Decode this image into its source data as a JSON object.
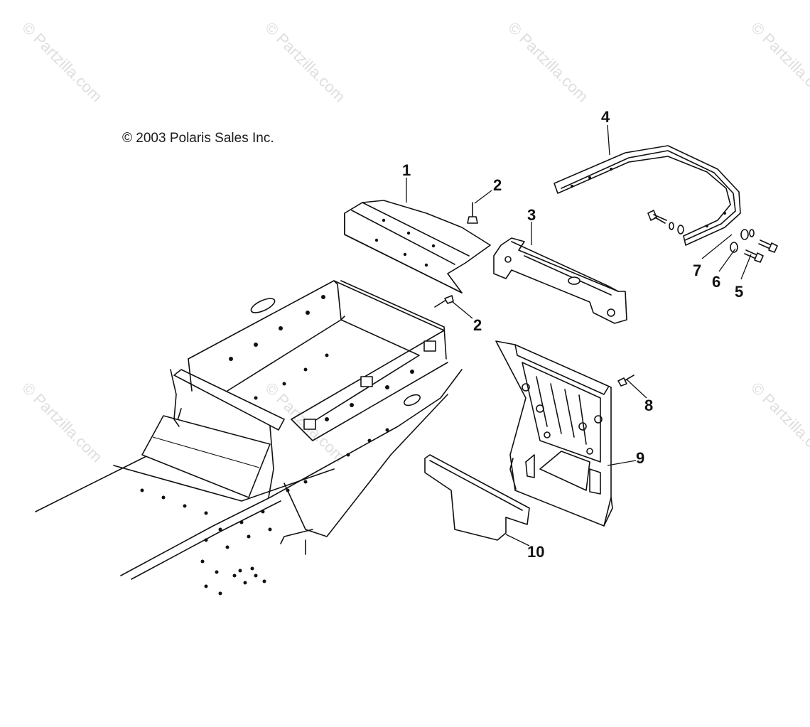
{
  "watermark": {
    "text": "© Partzilla.com"
  },
  "copyright": "© 2003 Polaris Sales Inc.",
  "callouts": {
    "c1": "1",
    "c2a": "2",
    "c2b": "2",
    "c3": "3",
    "c4": "4",
    "c5": "5",
    "c6": "6",
    "c7": "7",
    "c8": "8",
    "c9": "9",
    "c10": "10"
  }
}
